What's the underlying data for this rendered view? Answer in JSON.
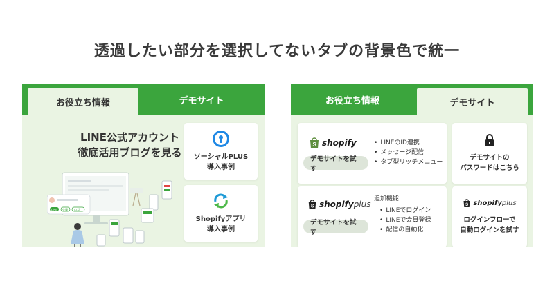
{
  "heading": "透過したい部分を選択してないタブの背景色で統一",
  "colors": {
    "tab_green": "#3ba53d",
    "panel_bg": "#eaf4e3"
  },
  "left": {
    "tabs": [
      {
        "label": "お役立ち情報",
        "active": true
      },
      {
        "label": "デモサイト",
        "active": false
      }
    ],
    "promo": {
      "line1": "LINE公式アカウント",
      "line2": "徹底活用ブログを見る"
    },
    "cards": [
      {
        "icon": "keyhole-icon",
        "line1": "ソーシャルPLUS",
        "line2": "導入事例"
      },
      {
        "icon": "sync-arrows-icon",
        "line1": "Shopifyアプリ",
        "line2": "導入事例"
      }
    ],
    "illustration": {
      "tags": [
        "LINE",
        "会員",
        "ロゴ"
      ]
    }
  },
  "right": {
    "tabs": [
      {
        "label": "お役立ち情報",
        "active": false
      },
      {
        "label": "デモサイト",
        "active": true
      }
    ],
    "card1": {
      "logo": "shopify",
      "button": "デモサイトを試す",
      "features": [
        "LINEのID連携",
        "メッセージ配信",
        "タブ型リッチメニュー"
      ]
    },
    "card2": {
      "icon": "lock-icon",
      "line1": "デモサイトの",
      "line2": "パスワードはこちら"
    },
    "card3": {
      "logo": "shopify",
      "logo_plus": "plus",
      "button": "デモサイトを試す",
      "features_head": "追加機能",
      "features": [
        "LINEでログイン",
        "LINEで会員登録",
        "配信の自動化"
      ]
    },
    "card4": {
      "logo": "shopify",
      "logo_plus": "plus",
      "line1": "ログインフローで",
      "line2": "自動ログインを試す"
    }
  }
}
